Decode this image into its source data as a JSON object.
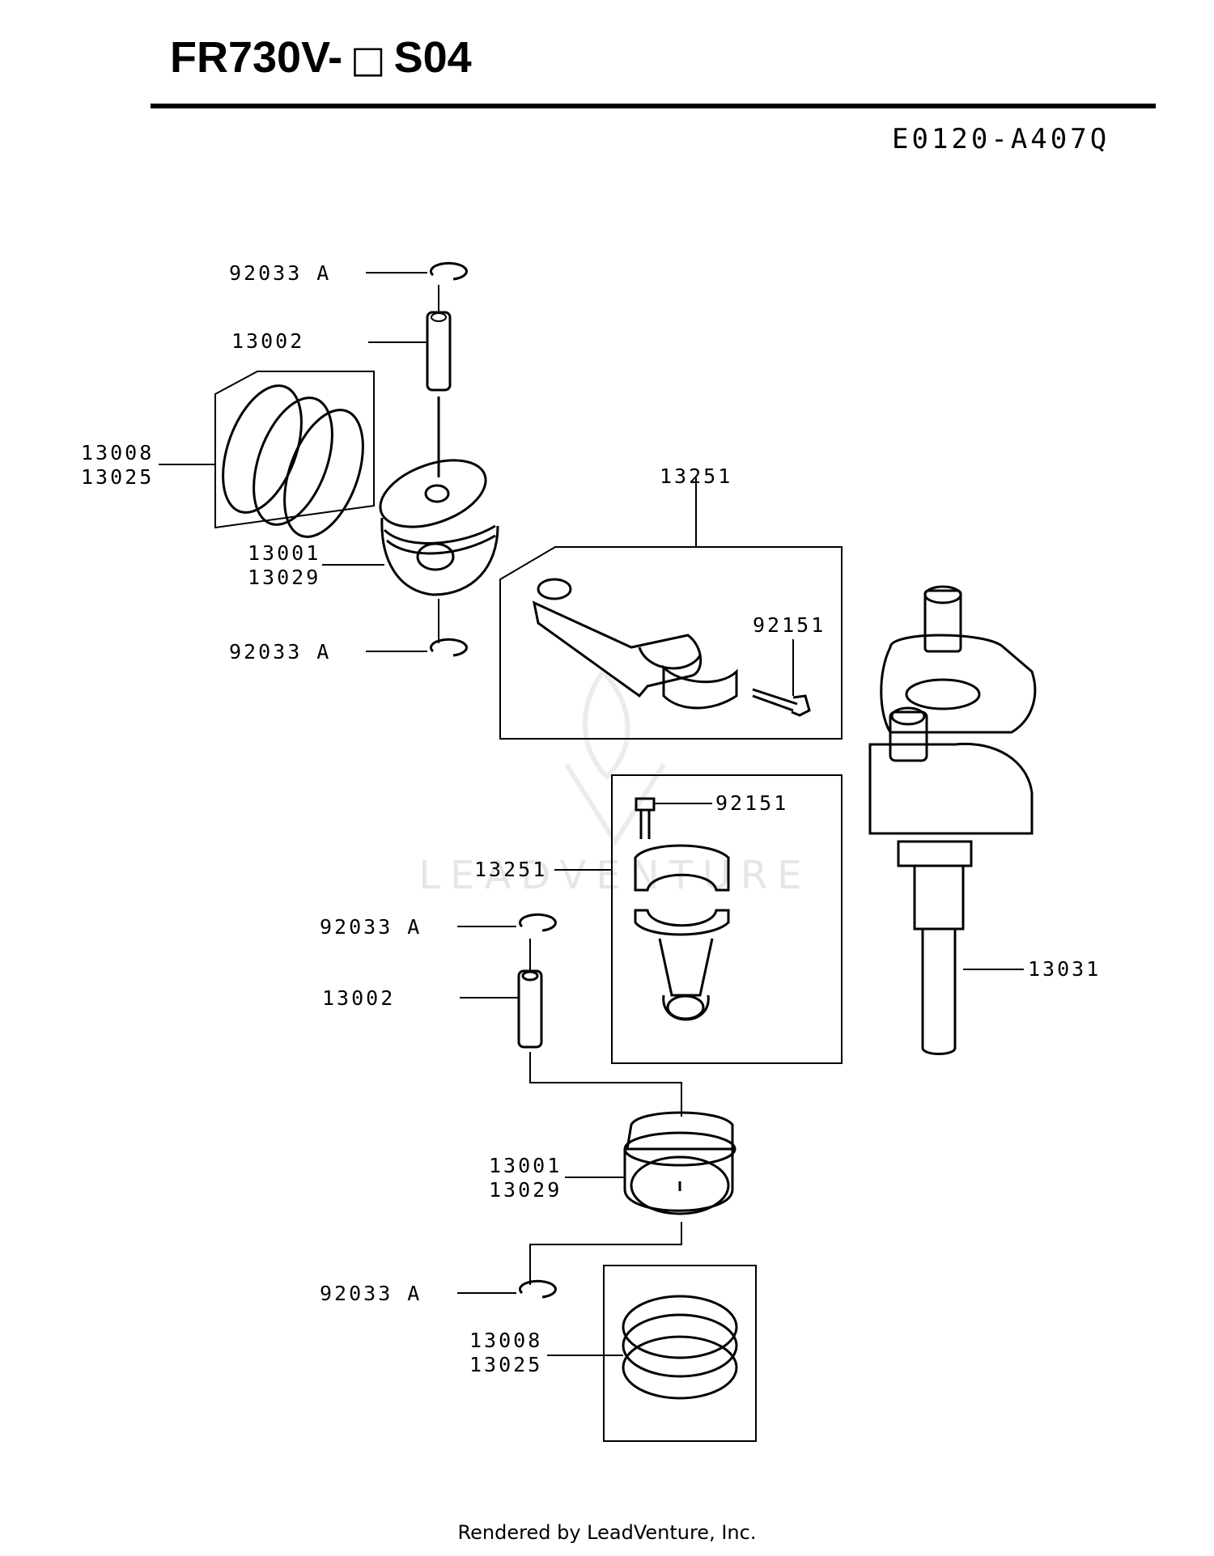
{
  "header": {
    "model": "FR730V-",
    "model_box_glyph": "□",
    "model_suffix": "S04",
    "diagram_code": "E0120-A407Q"
  },
  "watermark": {
    "text": "LEADVENTURE",
    "color": "#e6e6e6"
  },
  "footer": {
    "text": "Rendered by LeadVenture, Inc."
  },
  "callouts": {
    "snap_ring_top": "92033 A",
    "pin_top": "13002",
    "rings_top_a": "13008",
    "rings_top_b": "13025",
    "piston_top_a": "13001",
    "piston_top_b": "13029",
    "snap_ring_mid_top": "92033 A",
    "rod_top": "13251",
    "bolt_top": "92151",
    "bolt_bottom": "92151",
    "rod_bottom": "13251",
    "snap_ring_mid_bottom": "92033 A",
    "pin_bottom": "13002",
    "crankshaft": "13031",
    "piston_bottom_a": "13001",
    "piston_bottom_b": "13029",
    "snap_ring_bottom": "92033 A",
    "rings_bottom_a": "13008",
    "rings_bottom_b": "13025"
  }
}
